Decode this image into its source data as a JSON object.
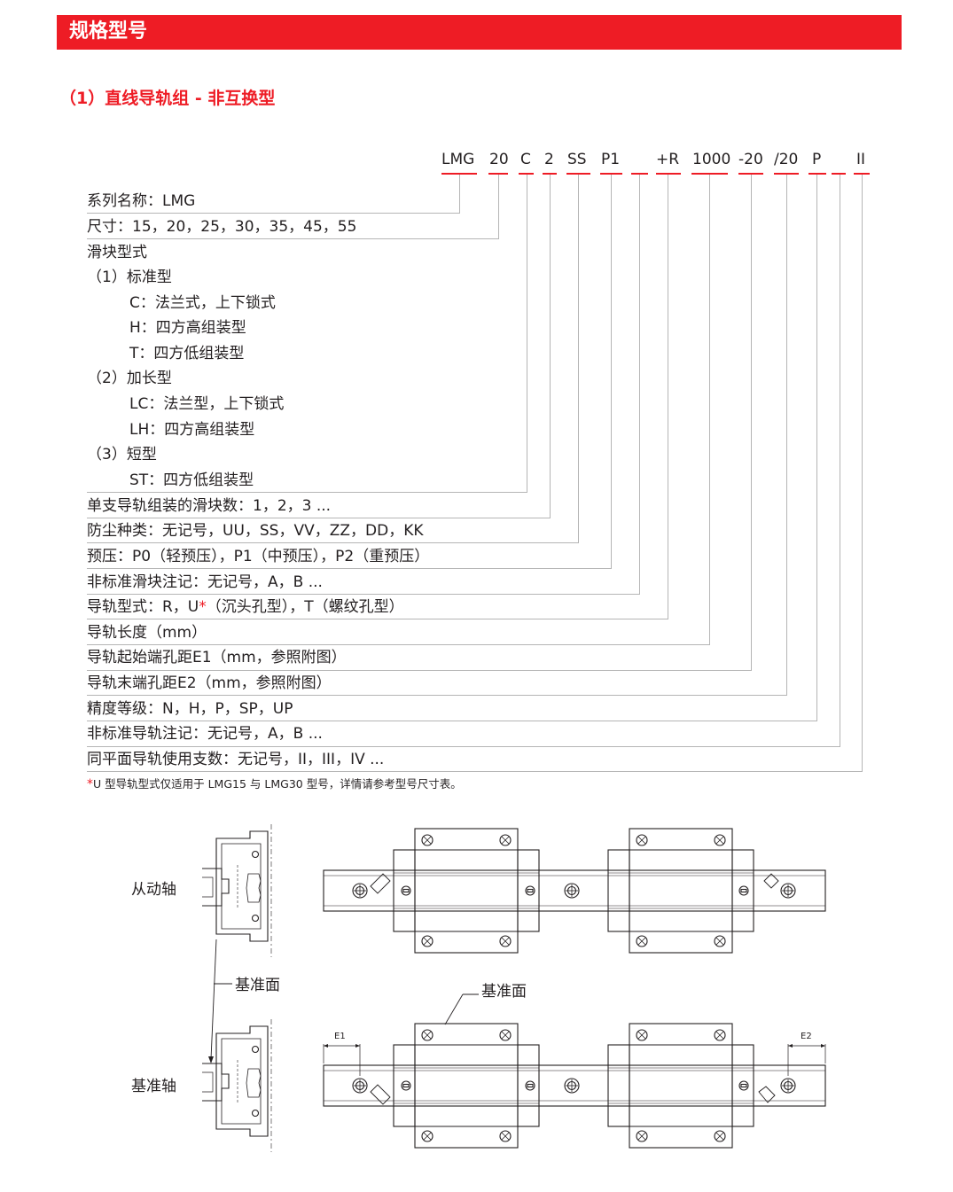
{
  "header": {
    "title": "规格型号"
  },
  "section": {
    "title": "（1）直线导轨组 - 非互换型"
  },
  "code": [
    "LMG",
    "20",
    "C",
    "2",
    "SS",
    "P1",
    "+R",
    "1000",
    "-20",
    "/20",
    "P",
    "II"
  ],
  "rows": [
    "系列名称：LMG",
    "尺寸：15，20，25，30，35，45，55",
    "滑块型式",
    "（1）标准型",
    "C：法兰式，上下锁式",
    "H：四方高组装型",
    "T：四方低组装型",
    "（2）加长型",
    "LC：法兰型，上下锁式",
    "LH：四方高组装型",
    "（3）短型",
    "ST：四方低组装型",
    "单支导轨组装的滑块数：1，2，3 ...",
    "防尘种类：无记号，UU，SS，VV，ZZ，DD，KK",
    "预压：P0（轻预压），P1（中预压），P2（重预压）",
    "非标准滑块注记：无记号，A，B ...",
    "（沉头孔型），T（螺纹孔型）",
    "导轨长度（mm）",
    "导轨起始端孔距E1（mm，参照附图）",
    "导轨末端孔距E2（mm，参照附图）",
    "精度等级：N，H，P，SP，UP",
    "非标准导轨注记：无记号，A，B ...",
    "同平面导轨使用支数：无记号，II，III，IV ..."
  ],
  "rail_type_prefix": "导轨型式：R，U",
  "star": "*",
  "note": "U 型导轨型式仅适用于 LMG15 与 LMG30 型号，详情请参考型号尺寸表。",
  "diagram": {
    "driven_axis": "从动轴",
    "reference_surface": "基准面",
    "reference_axis": "基准轴",
    "reference_surface_top": "基准面",
    "e1": "E1",
    "e2": "E2"
  },
  "colors": {
    "accent": "#ee1c25",
    "leader": "#b5b5b5"
  }
}
